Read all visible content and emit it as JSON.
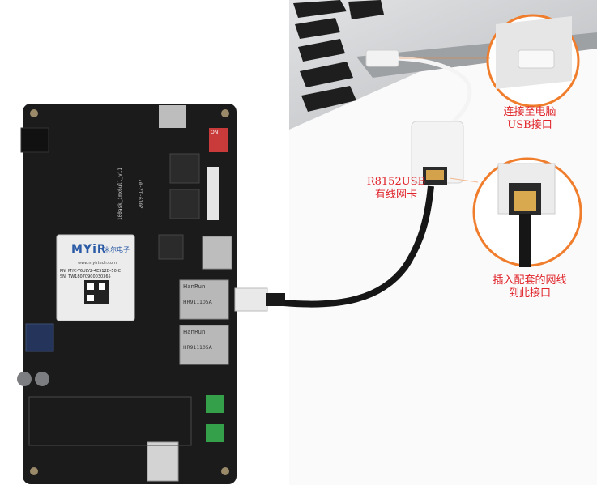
{
  "board": {
    "module_brand": "MYiR",
    "module_brand_cn": "米尔电子",
    "module_site": "www.myirtech.com",
    "module_pn": "PN: MYC-Y6ULY2-4E512D-50-C",
    "module_sn": "SN: TW18070900030365",
    "silk_board_name": "100ask_imx6ull_v11",
    "silk_date": "2019-12-07",
    "dip_switch": "ON",
    "eth_brand": "HanRun",
    "eth_model": "HR911105A"
  },
  "annotations": {
    "usb_to_pc_line1": "连接至电脑",
    "usb_to_pc_line2": "USB接口",
    "adapter_line1": "R8152USB",
    "adapter_line2": "有线网卡",
    "plug_line1": "插入配套的网线",
    "plug_line2": "到此接口"
  },
  "colors": {
    "annotation_text": "#e0242a",
    "callout_circle": "#f07d2c",
    "pcb": "#1b1b1b",
    "laptop": "#c9cbcd"
  }
}
